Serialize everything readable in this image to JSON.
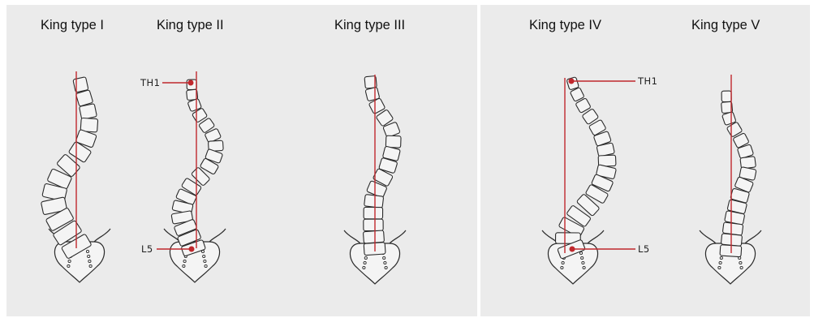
{
  "titles": {
    "type1": "King type I",
    "type2": "King type II",
    "type3": "King type III",
    "type4": "King type IV",
    "type5": "King type V"
  },
  "labels": {
    "th1": "TH1",
    "l5": "L5"
  },
  "colors": {
    "plumb_line": "#c0282d",
    "outline": "#2a2a2a",
    "panel_bg": "#ebebeb"
  }
}
